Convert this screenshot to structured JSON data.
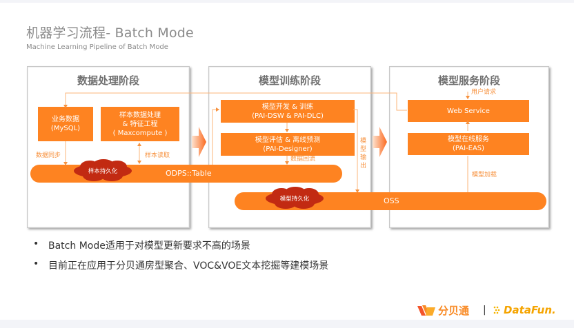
{
  "header": {
    "title": "机器学习流程- Batch Mode",
    "subtitle": "Machine Learning Pipeline of Batch Mode"
  },
  "colors": {
    "accent": "#fe8321",
    "cloud": "#c22a12",
    "line": "#fbb47a",
    "label": "#f7913d"
  },
  "stages": [
    {
      "title": "数据处理阶段",
      "boxes": [
        {
          "line1": "业务数据",
          "line2": "(MySQL)"
        },
        {
          "line1": "样本数据处理",
          "line2": "& 特征工程",
          "line3": "( Maxcompute )"
        }
      ],
      "labels": {
        "sync": "数据同步",
        "read": "样本读取"
      }
    },
    {
      "title": "模型训练阶段",
      "boxes": [
        {
          "line1": "模型开发 & 训练",
          "line2": "(PAI-DSW & PAI-DLC)"
        },
        {
          "line1": "模型评估 & 离线预测",
          "line2": "(PAI-Designer)"
        }
      ],
      "labels": {
        "backflow": "数据回流",
        "output": [
          "模",
          "型",
          "输",
          "出"
        ]
      }
    },
    {
      "title": "模型服务阶段",
      "boxes": [
        {
          "line1": "Web Service"
        },
        {
          "line1": "模型在线服务",
          "line2": "(PAI-EAS)"
        }
      ],
      "labels": {
        "request": "用户请求",
        "load": "模型加载"
      }
    }
  ],
  "storage": {
    "odps": {
      "label": "ODPS::Table",
      "cloud": "样本持久化"
    },
    "oss": {
      "label": "OSS",
      "cloud": "模型持久化"
    }
  },
  "bullets": [
    "Batch Mode适用于对模型更新要求不高的场景",
    "目前正在应用于分贝通房型聚合、VOC&VOE文本挖掘等建模场景"
  ],
  "bullet_symbol": "•",
  "footer": {
    "logo1": "分贝通",
    "separator": "|",
    "logo2": "DataFun."
  }
}
